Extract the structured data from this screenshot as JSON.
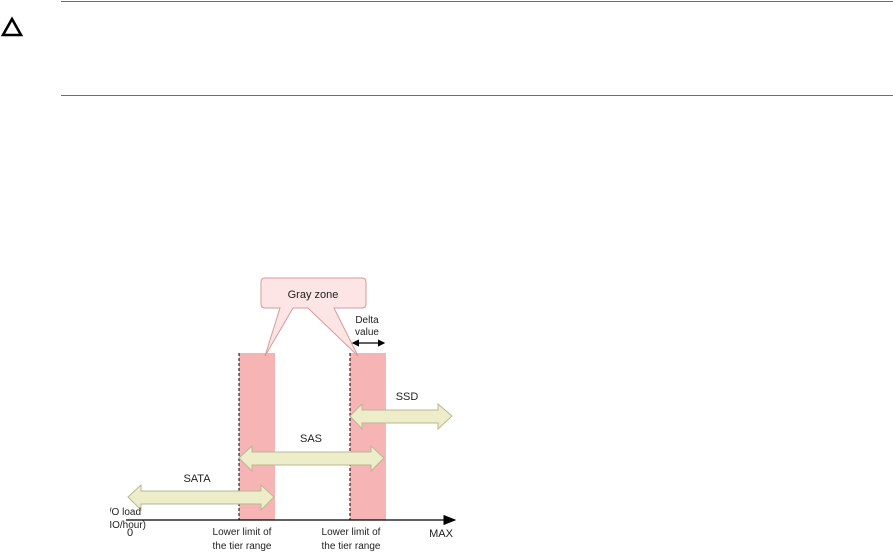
{
  "icons": {
    "caution": "caution-triangle-icon"
  },
  "colors": {
    "rule": "#2a7fc0",
    "zone_fill": "#f7b4b4",
    "arrow_fill": "#eeedc9",
    "arrow_stroke": "#b9b894",
    "callout_fill": "#fde5e5",
    "callout_stroke": "#d79a9a"
  },
  "diagram": {
    "callout_label": "Gray zone",
    "delta_label_line1": "Delta",
    "delta_label_line2": "value",
    "tiers": {
      "ssd": "SSD",
      "sas": "SAS",
      "sata": "SATA"
    },
    "y_label_line1": "I/O load",
    "y_label_line2": "(IO/hour)",
    "axis_start": "0",
    "axis_end": "MAX",
    "lower_limit_line1": "Lower limit of",
    "lower_limit_line2": "the tier range"
  }
}
